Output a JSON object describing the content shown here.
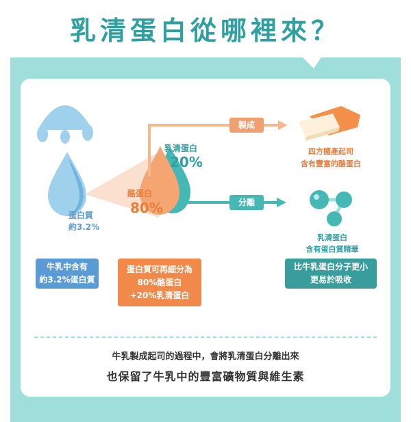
{
  "title": "乳清蛋白從哪裡來？",
  "milk_drop": {
    "label": "蛋白質",
    "percent": "約3.2%"
  },
  "split_drop": {
    "whey_label": "乳清蛋白",
    "whey_percent": "20%",
    "casein_label": "酪蛋白",
    "casein_percent": "80%"
  },
  "arrows": {
    "top_label": "製成",
    "bottom_label": "分離"
  },
  "cheese": {
    "line1": "四方國產起司",
    "line2": "含有豐富的酪蛋白"
  },
  "whey_result": {
    "line1": "乳清蛋白",
    "line2": "含有蛋白質精華"
  },
  "boxes": {
    "blue": {
      "line1": "牛乳中含有",
      "line2": "約3.2%蛋白質"
    },
    "orange": {
      "line1": "蛋白質可再細分為",
      "line2": "80%酪蛋白",
      "line3": "+20%乳清蛋白"
    },
    "teal": {
      "line1": "比牛乳蛋白分子更小",
      "line2": "更易於吸收"
    }
  },
  "footer": {
    "line1": "牛乳製成起司的過程中，會將乳清蛋白分離出來",
    "line2": "也保留了牛乳中的豐富礦物質與維生素"
  },
  "colors": {
    "teal": "#2f9fa0",
    "frame": "#9edfdc",
    "blue": "#5b9bd5",
    "orange": "#f0894a",
    "dark_teal": "#3a9d9d",
    "arrow": "#f3b98c"
  }
}
